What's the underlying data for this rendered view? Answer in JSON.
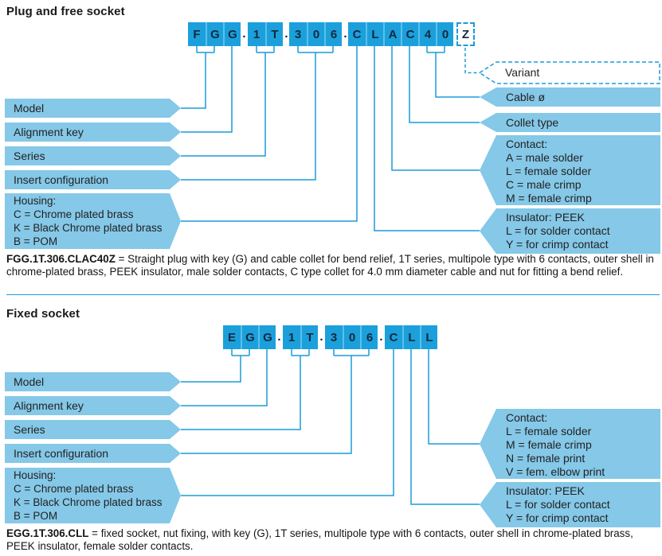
{
  "colors": {
    "box_blue": "#1ba0dc",
    "banner_blue": "#85c8e8",
    "line_blue": "#1b9cd8"
  },
  "s1": {
    "title": "Plug and free socket",
    "code": {
      "sep": ".",
      "g1": [
        "F",
        "G",
        "G"
      ],
      "g2": [
        "1",
        "T"
      ],
      "g3": [
        "3",
        "0",
        "6"
      ],
      "g4": [
        "C",
        "L",
        "A",
        "C",
        "4",
        "0"
      ],
      "variant": "Z"
    },
    "left": {
      "model": "Model",
      "alignment": "Alignment key",
      "series": "Series",
      "insert": "Insert configuration",
      "housing": [
        "Housing:",
        "C = Chrome plated brass",
        "K = Black Chrome plated brass",
        "B = POM"
      ]
    },
    "right": {
      "variant": "Variant",
      "cable": "Cable ø",
      "collet": "Collet type",
      "contact": [
        "Contact:",
        "A = male solder",
        "L = female solder",
        "C = male crimp",
        "M = female crimp"
      ],
      "insulator": [
        "Insulator: PEEK",
        "L = for solder contact",
        "Y = for crimp contact"
      ]
    },
    "description": {
      "code": "FGG.1T.306.CLAC40Z",
      "text": " = Straight plug with key (G) and cable collet for bend relief, 1T series, multipole type with 6 contacts, outer shell in chrome-plated brass, PEEK insulator, male solder contacts, C type collet for 4.0 mm diameter cable and nut for fitting a bend relief."
    }
  },
  "s2": {
    "title": "Fixed socket",
    "code": {
      "sep": ".",
      "g1": [
        "E",
        "G",
        "G"
      ],
      "g2": [
        "1",
        "T"
      ],
      "g3": [
        "3",
        "0",
        "6"
      ],
      "g4": [
        "C",
        "L",
        "L"
      ]
    },
    "left": {
      "model": "Model",
      "alignment": "Alignment key",
      "series": "Series",
      "insert": "Insert configuration",
      "housing": [
        "Housing:",
        "C = Chrome plated brass",
        "K = Black Chrome plated brass",
        "B = POM"
      ]
    },
    "right": {
      "contact": [
        "Contact:",
        "L = female solder",
        "M = female crimp",
        "N = female print",
        "V = fem. elbow print"
      ],
      "insulator": [
        "Insulator: PEEK",
        "L = for solder contact",
        "Y = for crimp contact"
      ]
    },
    "description": {
      "code": "EGG.1T.306.CLL",
      "text": " = fixed socket, nut fixing, with key (G), 1T series, multipole type with 6 contacts, outer shell in chrome-plated brass, PEEK insulator, female solder contacts."
    }
  }
}
